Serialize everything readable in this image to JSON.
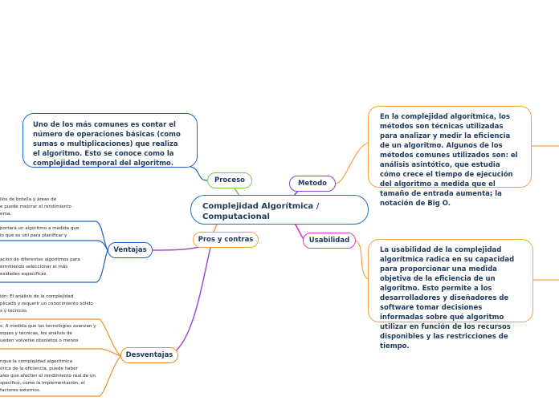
{
  "central": {
    "line1": "Complejidad Algorítmica /",
    "line2": "Computacional"
  },
  "branches": {
    "proceso": {
      "label": "Proceso",
      "description": "Uno de los más comunes es contar el número de operaciones básicas (como sumas o multiplicaciones) que realiza el algoritmo. Esto se conoce como la complejidad temporal del algoritmo."
    },
    "metodo": {
      "label": "Metodo",
      "description": "En la complejidad algorítmica, los métodos son técnicas utilizadas para analizar y medir la eficiencia de un algoritmo. Algunos de los métodos comunes utilizados son: el análisis asintótico, que estudia cómo crece el tiempo de ejecución del algoritmo a medida que el tamaño de entrada aumenta; la notación de Big O."
    },
    "usabilidad": {
      "label": "Usabilidad",
      "description": "La usabilidad de la complejidad algorítmica radica en su capacidad para proporcionar una medida objetiva de la eficiencia de un algoritmo. Esto permite a los desarrolladores y diseñadores de software tomar decisiones informadas sobre qué algoritmo utilizar en función de los recursos disponibles y las restricciones de tiempo."
    },
    "pros_contras": {
      "label": "Pros y contras"
    },
    "ventajas": {
      "label": "Ventajas",
      "items": [
        {
          "lines": [
            "llos de botella y áreas de",
            "e puede mejorar el rendimiento",
            "ema."
          ]
        },
        {
          "lines": [
            "portará un algoritmo a medida que",
            " lo que es útil para planificar y"
          ]
        },
        {
          "lines": [
            "ación de diferentes algoritmos para",
            "ermitiendo seleccionar el más",
            "esidades específicas."
          ]
        }
      ]
    },
    "desventajas": {
      "label": "Desventajas",
      "items": [
        {
          "lines": [
            "ión: El análisis de la complejidad",
            "plicado y requerir un conocimiento sólido",
            "s y técnicos."
          ]
        },
        {
          "lines": [
            "s: A medida que las tecnologías avanzan y",
            "oques y técnicas, los análisis de",
            "ueden volverse obsoletos o menos"
          ]
        },
        {
          "lines": [
            "nque la complejidad algorítmica",
            "órica de la eficiencia, puede haber",
            "ales que afecten el rendimiento real de un",
            "specífico, como la implementación, el",
            " factores externos."
          ]
        }
      ]
    }
  },
  "colors": {
    "center": "#1f6fd1",
    "proceso": "#7ac943",
    "metodo": "#8a44c8",
    "metodo_link": "#f5a340",
    "usabilidad": "#d43ac4",
    "usabilidad_link": "#f5a340",
    "pros": "#f5a340",
    "pros_link": "#a24ad9",
    "ventajas": "#1f5fc9",
    "desventajas": "#ef8e2b",
    "topic_border": "#1f5fc9",
    "text": "#1f3a5a"
  }
}
